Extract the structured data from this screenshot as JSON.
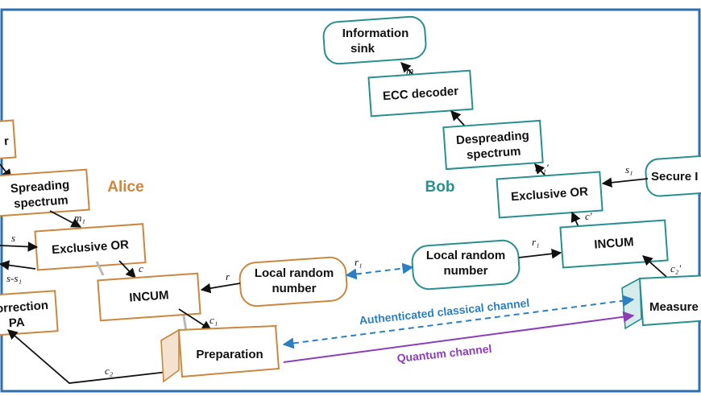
{
  "colors": {
    "alice": "#c9873f",
    "bob": "#2a8f8f",
    "classical_channel": "#2e7fc1",
    "quantum_channel": "#8a3fb5",
    "frame": "#2e6fb0"
  },
  "parties": {
    "alice": "Alice",
    "bob": "Bob"
  },
  "alice": {
    "top_box_partial": "r",
    "spreading": [
      "Spreading",
      "spectrum"
    ],
    "xor": "Exclusive OR",
    "incum": "INCUM",
    "correction": [
      "orrection",
      "PA"
    ],
    "preparation": "Preparation",
    "local_random": [
      "Local random",
      "number"
    ]
  },
  "bob": {
    "info_sink": [
      "Information",
      "sink"
    ],
    "ecc_decoder": "ECC decoder",
    "despreading": [
      "Despreading",
      "spectrum"
    ],
    "xor": "Exclusive OR",
    "secure": "Secure I",
    "incum": "INCUM",
    "local_random": [
      "Local random",
      "number"
    ],
    "measure": "Measure"
  },
  "variables": {
    "m": "m",
    "m1": "m₁",
    "m1p": "m₁'",
    "s": "s",
    "s_minus": "s-s₁",
    "s1": "s₁",
    "c": "c",
    "c1": "c₁",
    "c2": "c₂",
    "cp": "c'",
    "c2p": "c₂'",
    "r": "r",
    "r1_left": "r₁",
    "r1_right": "r₁"
  },
  "channels": {
    "classical": "Authenticated classical channel",
    "quantum": "Quantum channel"
  }
}
